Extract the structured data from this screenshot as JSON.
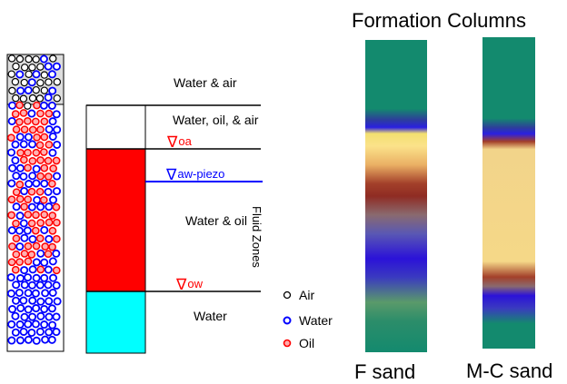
{
  "zones": {
    "water_air": "Water & air",
    "water_oil_air": "Water, oil, & air",
    "water_oil": "Water & oil",
    "water": "Water",
    "side_label": "Fluid Zones"
  },
  "markers": {
    "oa": "oa",
    "aw_piezo": "aw-piezo",
    "ow": "ow"
  },
  "legend": [
    {
      "label": "Air",
      "color": "#000000",
      "icon": "open-circle-icon"
    },
    {
      "label": "Water",
      "color": "#0000ff",
      "icon": "blue-circle-icon"
    },
    {
      "label": "Oil",
      "color": "#ff0000",
      "icon": "red-circle-icon"
    }
  ],
  "formation": {
    "title": "Formation Columns",
    "columns": [
      {
        "label": "F sand"
      },
      {
        "label": "M-C sand"
      }
    ]
  },
  "colors": {
    "oil": "#ff0000",
    "water": "#00ffff",
    "piezo_line": "#0000ff",
    "column_green": "#138a6e"
  }
}
